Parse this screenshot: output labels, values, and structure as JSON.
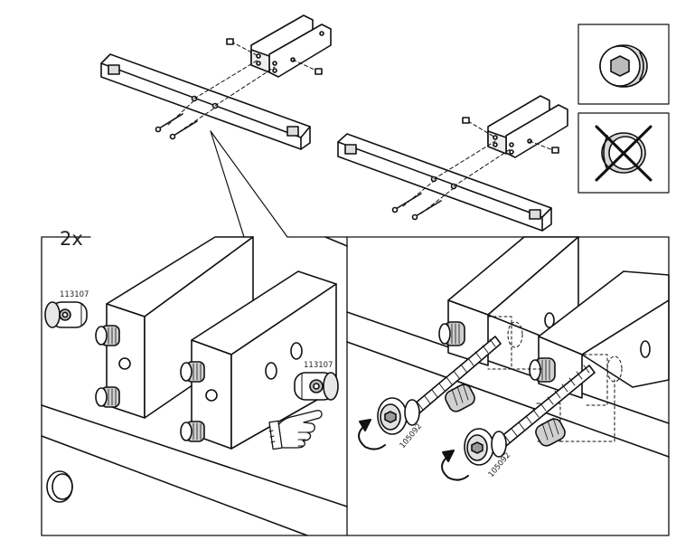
{
  "step_multiplier": "2x",
  "parts": [
    {
      "id": "cam-nut",
      "number": "113107"
    },
    {
      "id": "bolt",
      "number": "105092"
    }
  ],
  "icons": {
    "correct": "hex-socket-head-icon",
    "incorrect": "crossed-out-head-icon",
    "hand": "pointing-hand-icon",
    "rotate": "rotate-arrow-icon"
  },
  "colors": {
    "line": "#111111",
    "fill": "#ffffff",
    "shade": "#cfcfcf"
  }
}
